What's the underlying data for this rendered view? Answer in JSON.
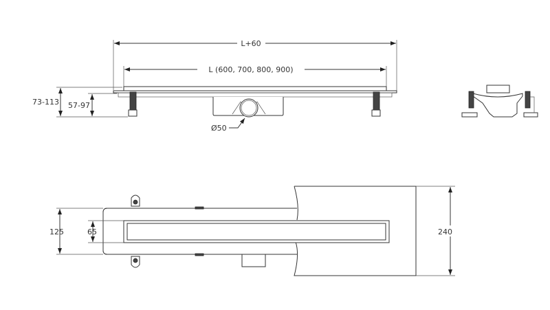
{
  "front_view": {
    "overall_length_label": "L+60",
    "length_label": "L (600, 700, 800, 900)",
    "total_height_label": "73-113",
    "channel_height_label": "57-97",
    "outlet_diameter_label": "Ø50"
  },
  "top_view": {
    "body_width_label": "125",
    "grate_width_label": "65",
    "tile_width_label": "240"
  }
}
